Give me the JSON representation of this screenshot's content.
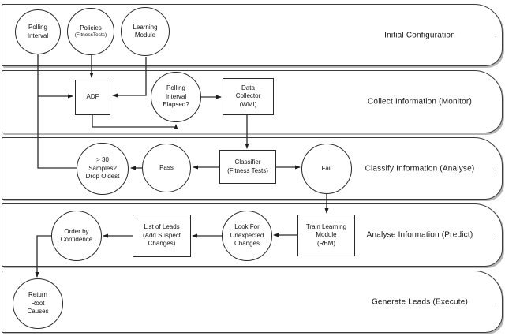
{
  "diagram": {
    "colors": {
      "ink": "#2a2a2a",
      "lane_border": "#3a3a3a",
      "lane_shadow": "#b4b4b4",
      "background": "#ffffff"
    },
    "lanes": [
      {
        "label": "Initial Configuration",
        "dot": "."
      },
      {
        "label": "Collect Information (Monitor)",
        "dot": ""
      },
      {
        "label": "Classify Information (Analyse)",
        "dot": "."
      },
      {
        "label": "Analyse Information (Predict)",
        "dot": "."
      },
      {
        "label": "Generate Leads (Execute)",
        "dot": "."
      }
    ],
    "nodes": [
      {
        "id": "polling-interval",
        "shape": "circle",
        "lane": "Initial Configuration",
        "label": "Polling\nInterval"
      },
      {
        "id": "policies",
        "shape": "circle",
        "lane": "Initial Configuration",
        "label": "Policies",
        "sublabel": "(FitnessTests)"
      },
      {
        "id": "learning-module",
        "shape": "circle",
        "lane": "Initial Configuration",
        "label": "Learning\nModule"
      },
      {
        "id": "adf",
        "shape": "rect",
        "lane": "Collect Information (Monitor)",
        "label": "ADF"
      },
      {
        "id": "polling-interval-elapsed",
        "shape": "circle",
        "lane": "Collect Information (Monitor)",
        "label": "Polling\nInterval\nElapsed?"
      },
      {
        "id": "data-collector",
        "shape": "rect",
        "lane": "Collect Information (Monitor)",
        "label": "Data\nCollector\n(WMI)"
      },
      {
        "id": "samples-drop-oldest",
        "shape": "circle",
        "lane": "Classify Information (Analyse)",
        "label": "> 30\nSamples?\nDrop Oldest"
      },
      {
        "id": "pass",
        "shape": "circle",
        "lane": "Classify Information (Analyse)",
        "label": "Pass"
      },
      {
        "id": "classifier",
        "shape": "rect",
        "lane": "Classify Information (Analyse)",
        "label": "Classifier\n(Fitness Tests)"
      },
      {
        "id": "fail",
        "shape": "circle",
        "lane": "Classify Information (Analyse)",
        "label": "Fail"
      },
      {
        "id": "order-by-confidence",
        "shape": "circle",
        "lane": "Analyse Information (Predict)",
        "label": "Order by\nConfidence"
      },
      {
        "id": "list-of-leads",
        "shape": "rect",
        "lane": "Analyse Information (Predict)",
        "label": "List of Leads\n(Add Suspect\nChanges)"
      },
      {
        "id": "look-for-unexpected",
        "shape": "circle",
        "lane": "Analyse Information (Predict)",
        "label": "Look For\nUnexpected\nChanges"
      },
      {
        "id": "train-learning-module",
        "shape": "rect",
        "lane": "Analyse Information (Predict)",
        "label": "Train Learning\nModule\n(RBM)"
      },
      {
        "id": "return-root-causes",
        "shape": "circle",
        "lane": "Generate Leads (Execute)",
        "label": "Return\nRoot\nCauses"
      }
    ]
  }
}
